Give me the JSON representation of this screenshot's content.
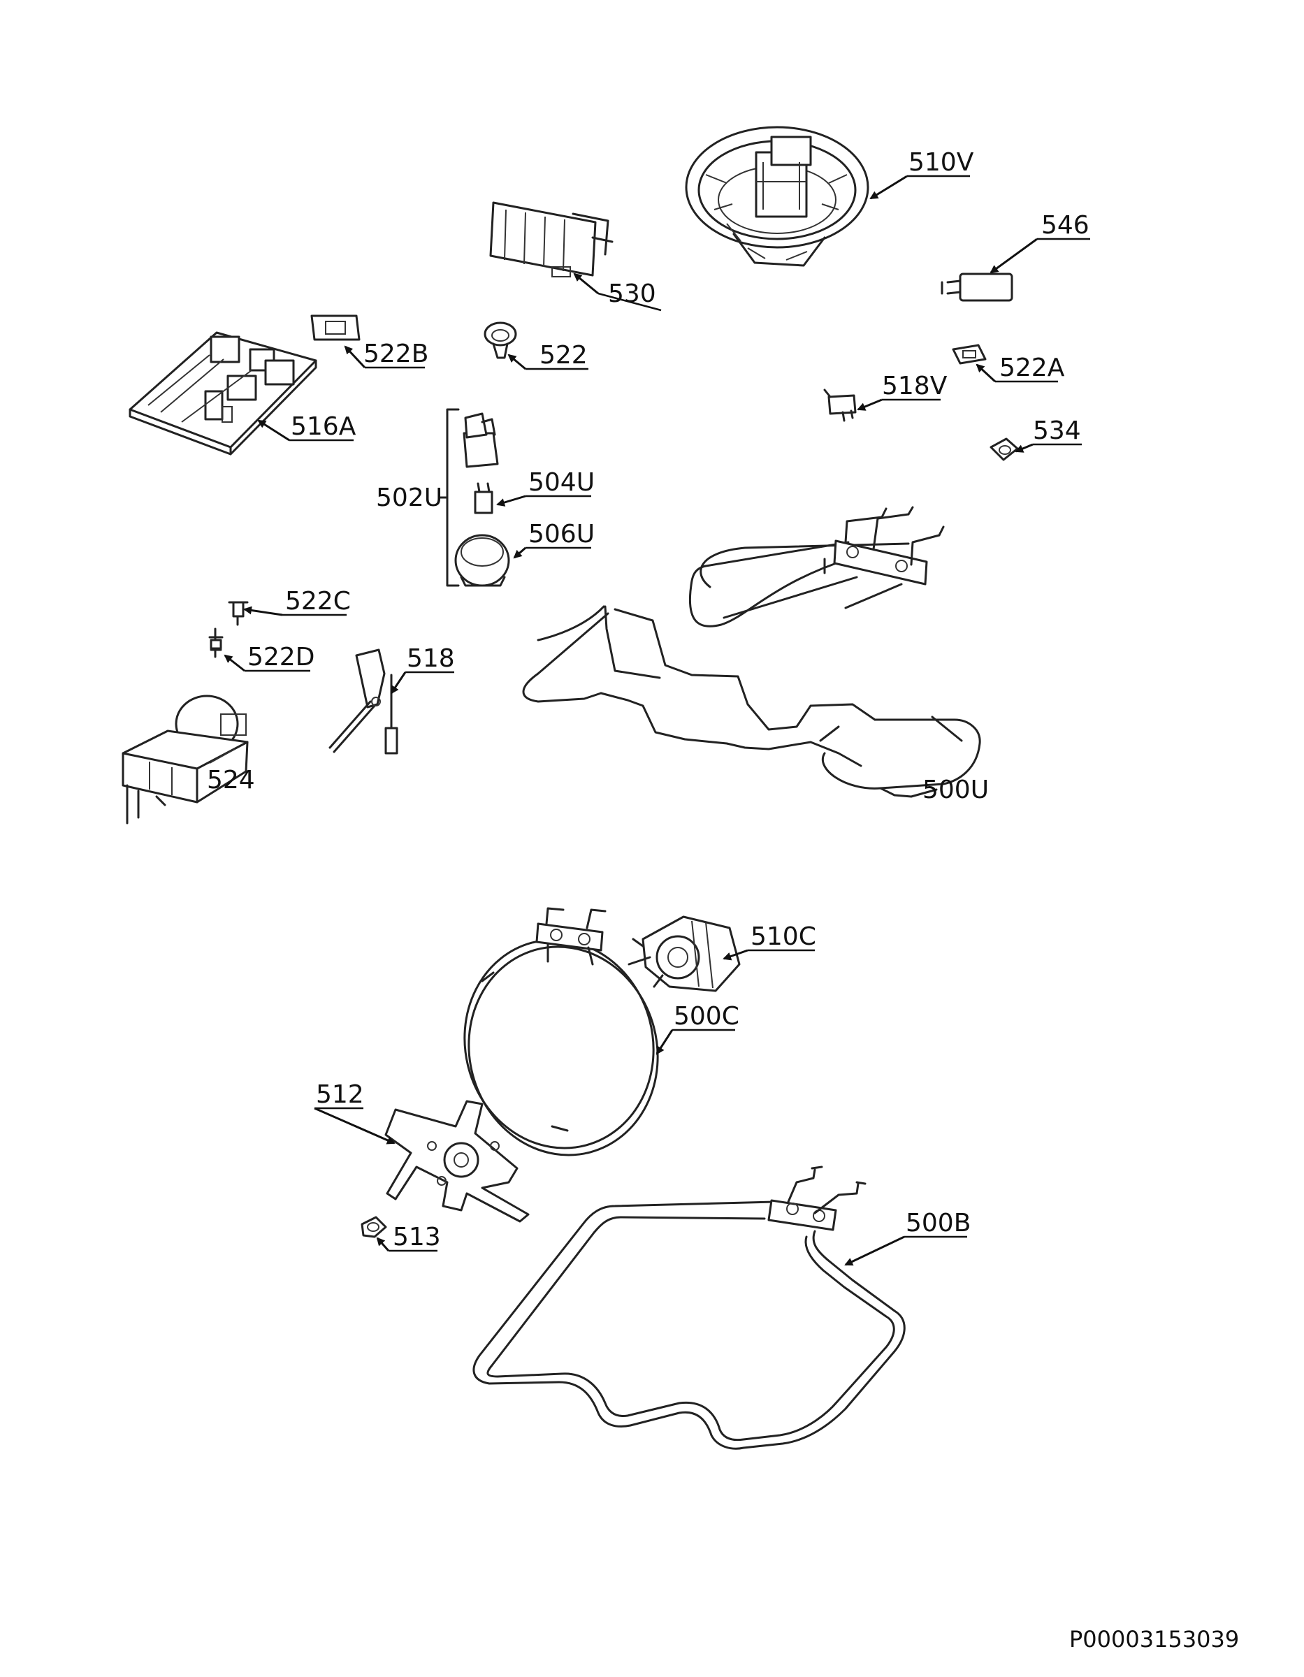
{
  "parts": [
    {
      "id": "p510V",
      "label": "510V"
    },
    {
      "id": "p546",
      "label": "546"
    },
    {
      "id": "p530",
      "label": "530"
    },
    {
      "id": "p522B",
      "label": "522B"
    },
    {
      "id": "p522",
      "label": "522"
    },
    {
      "id": "p522A",
      "label": "522A"
    },
    {
      "id": "p518V",
      "label": "518V"
    },
    {
      "id": "p516A",
      "label": "516A"
    },
    {
      "id": "p534",
      "label": "534"
    },
    {
      "id": "p502U",
      "label": "502U"
    },
    {
      "id": "p504U",
      "label": "504U"
    },
    {
      "id": "p506U",
      "label": "506U"
    },
    {
      "id": "p522C",
      "label": "522C"
    },
    {
      "id": "p522D",
      "label": "522D"
    },
    {
      "id": "p518",
      "label": "518"
    },
    {
      "id": "p524",
      "label": "524"
    },
    {
      "id": "p500U",
      "label": "500U"
    },
    {
      "id": "p510C",
      "label": "510C"
    },
    {
      "id": "p500C",
      "label": "500C"
    },
    {
      "id": "p512",
      "label": "512"
    },
    {
      "id": "p513",
      "label": "513"
    },
    {
      "id": "p500B",
      "label": "500B"
    }
  ],
  "document_id": "P00003153039"
}
